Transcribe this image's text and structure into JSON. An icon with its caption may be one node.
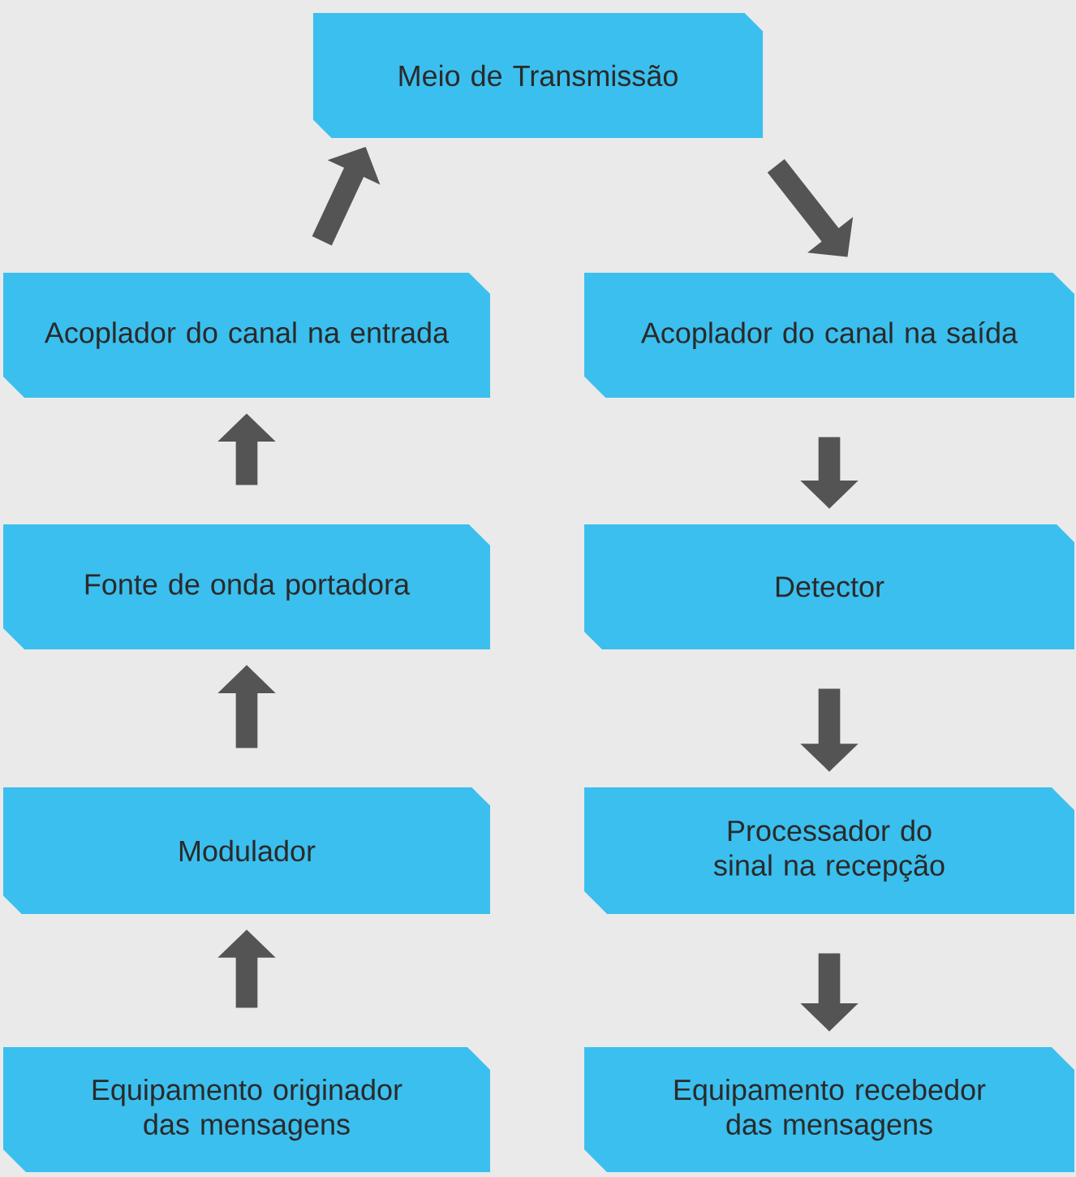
{
  "diagram": {
    "nodes": [
      {
        "text": [
          "Meio de Transmissão"
        ]
      },
      {
        "text": [
          "Acoplador do canal na entrada"
        ]
      },
      {
        "text": [
          "Acoplador do canal na saída"
        ]
      },
      {
        "text": [
          "Fonte de onda portadora"
        ]
      },
      {
        "text": [
          "Detector"
        ]
      },
      {
        "text": [
          "Modulador"
        ]
      },
      {
        "text": [
          "Processador do sinal na recepção"
        ]
      },
      {
        "text": [
          "Equipamento originador das mensagens"
        ]
      },
      {
        "text": [
          "Equipamento recebedor das mensagens"
        ]
      }
    ],
    "edges": [
      {
        "from": 7,
        "to": 5,
        "arrow": "to"
      },
      {
        "from": 5,
        "to": 3,
        "arrow": "to"
      },
      {
        "from": 3,
        "to": 1,
        "arrow": "to"
      },
      {
        "from": 1,
        "to": 0,
        "arrow": "to"
      },
      {
        "from": 0,
        "to": 2,
        "arrow": "to"
      },
      {
        "from": 2,
        "to": 4,
        "arrow": "to"
      },
      {
        "from": 4,
        "to": 6,
        "arrow": "to"
      },
      {
        "from": 6,
        "to": 8,
        "arrow": "to"
      }
    ]
  }
}
